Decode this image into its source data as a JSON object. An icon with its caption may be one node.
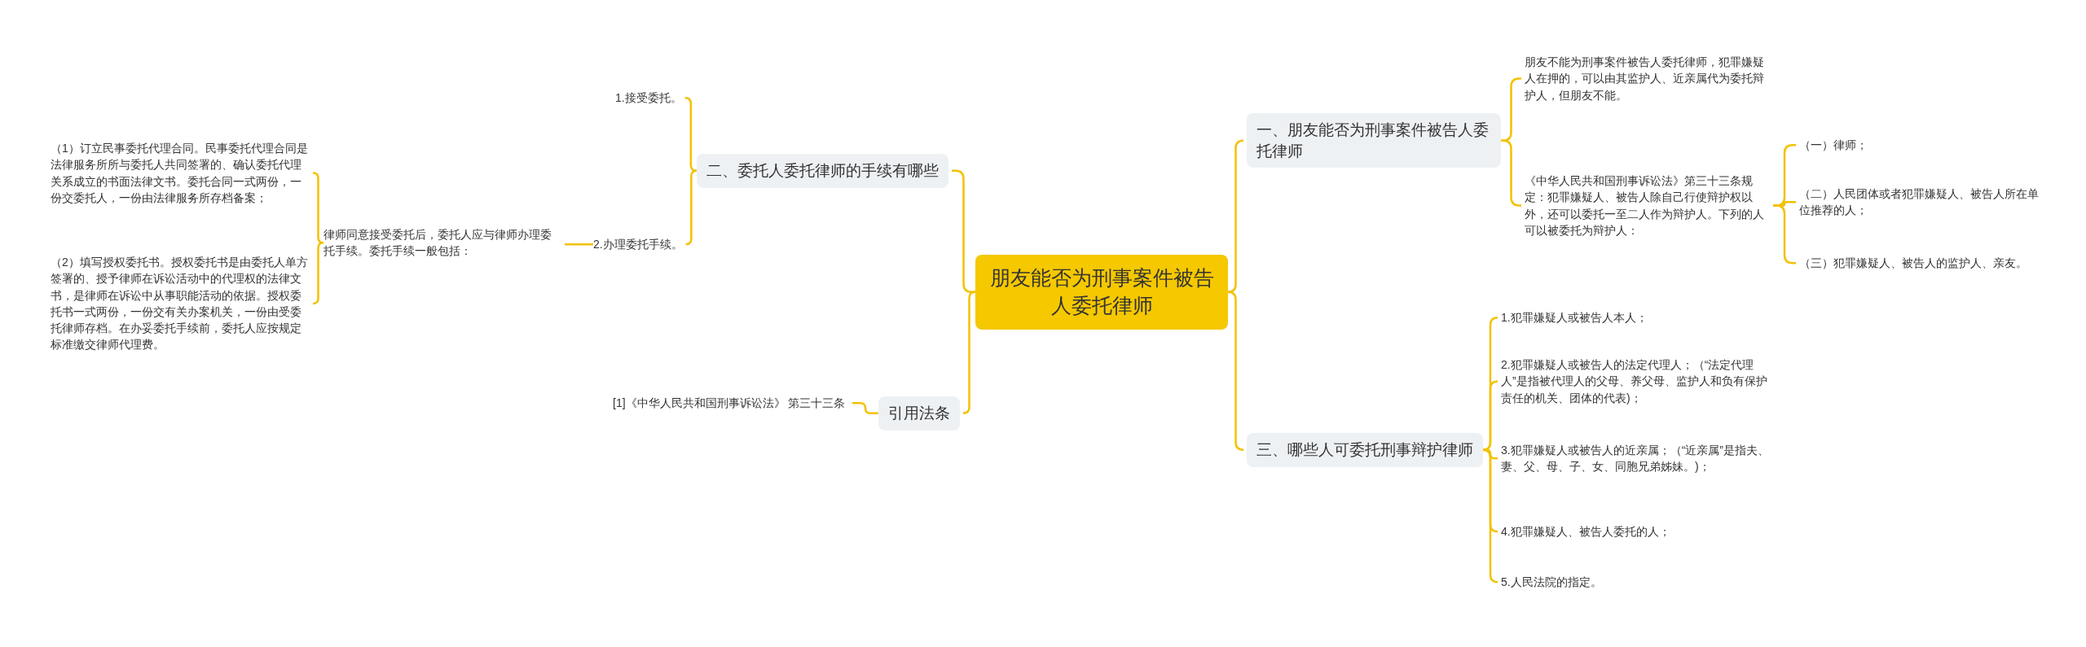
{
  "diagram": {
    "nodes": [
      {
        "text": [
          "朋友能否为刑事案件被告人委托律师"
        ]
      },
      {
        "text": [
          "一、朋友能否为刑事案件被告人委托律师"
        ]
      },
      {
        "text": [
          "朋友不能为刑事案件被告人委托律师，犯罪嫌疑人在押的，可以由其监护人、近亲属代为委托辩护人，但朋友不能。"
        ]
      },
      {
        "text": [
          "《中华人民共和国刑事诉讼法》第三十三条规定：犯罪嫌疑人、被告人除自己行使辩护权以外，还可以委托一至二人作为辩护人。下列的人可以被委托为辩护人："
        ]
      },
      {
        "text": [
          "（一）律师；"
        ]
      },
      {
        "text": [
          "（二）人民团体或者犯罪嫌疑人、被告人所在单位推荐的人；"
        ]
      },
      {
        "text": [
          "（三）犯罪嫌疑人、被告人的监护人、亲友。"
        ]
      },
      {
        "text": [
          "二、委托人委托律师的手续有哪些"
        ]
      },
      {
        "text": [
          "1.接受委托。"
        ]
      },
      {
        "text": [
          "2.办理委托手续。"
        ]
      },
      {
        "text": [
          "律师同意接受委托后，委托人应与律师办理委托手续。委托手续一般包括："
        ]
      },
      {
        "text": [
          "（1）订立民事委托代理合同。民事委托代理合同是法律服务所所与委托人共同签署的、确认委托代理关系成立的书面法律文书。委托合同一式两份，一份交委托人，一份由法律服务所存档备案；"
        ]
      },
      {
        "text": [
          "（2）填写授权委托书。授权委托书是由委托人单方签署的、授予律师在诉讼活动中的代理权的法律文书，是律师在诉讼中从事职能活动的依据。授权委托书一式两份，一份交有关办案机关，一份由受委托律师存档。在办妥委托手续前，委托人应按规定标准缴交律师代理费。"
        ]
      },
      {
        "text": [
          "三、哪些人可委托刑事辩护律师"
        ]
      },
      {
        "text": [
          "1.犯罪嫌疑人或被告人本人；"
        ]
      },
      {
        "text": [
          "2.犯罪嫌疑人或被告人的法定代理人；（“法定代理人”是指被代理人的父母、养父母、监护人和负有保护责任的机关、团体的代表)；"
        ]
      },
      {
        "text": [
          "3.犯罪嫌疑人或被告人的近亲属；（“近亲属”是指夫、妻、父、母、子、女、同胞兄弟姊妹。)；"
        ]
      },
      {
        "text": [
          "4.犯罪嫌疑人、被告人委托的人；"
        ]
      },
      {
        "text": [
          "5.人民法院的指定。"
        ]
      },
      {
        "text": [
          "引用法条"
        ]
      },
      {
        "text": [
          "[1]《中华人民共和国刑事诉讼法》 第三十三条"
        ]
      }
    ],
    "edges": [
      {
        "from": 0,
        "to": 1,
        "arrow": "none"
      },
      {
        "from": 1,
        "to": 2,
        "arrow": "none"
      },
      {
        "from": 1,
        "to": 3,
        "arrow": "none"
      },
      {
        "from": 3,
        "to": 4,
        "arrow": "none"
      },
      {
        "from": 3,
        "to": 5,
        "arrow": "none"
      },
      {
        "from": 3,
        "to": 6,
        "arrow": "none"
      },
      {
        "from": 0,
        "to": 7,
        "arrow": "none"
      },
      {
        "from": 7,
        "to": 8,
        "arrow": "none"
      },
      {
        "from": 7,
        "to": 9,
        "arrow": "none"
      },
      {
        "from": 9,
        "to": 10,
        "arrow": "none"
      },
      {
        "from": 10,
        "to": 11,
        "arrow": "none"
      },
      {
        "from": 10,
        "to": 12,
        "arrow": "none"
      },
      {
        "from": 0,
        "to": 13,
        "arrow": "none"
      },
      {
        "from": 13,
        "to": 14,
        "arrow": "none"
      },
      {
        "from": 13,
        "to": 15,
        "arrow": "none"
      },
      {
        "from": 13,
        "to": 16,
        "arrow": "none"
      },
      {
        "from": 13,
        "to": 17,
        "arrow": "none"
      },
      {
        "from": 13,
        "to": 18,
        "arrow": "none"
      },
      {
        "from": 0,
        "to": 19,
        "arrow": "none"
      },
      {
        "from": 19,
        "to": 20,
        "arrow": "none"
      }
    ]
  }
}
